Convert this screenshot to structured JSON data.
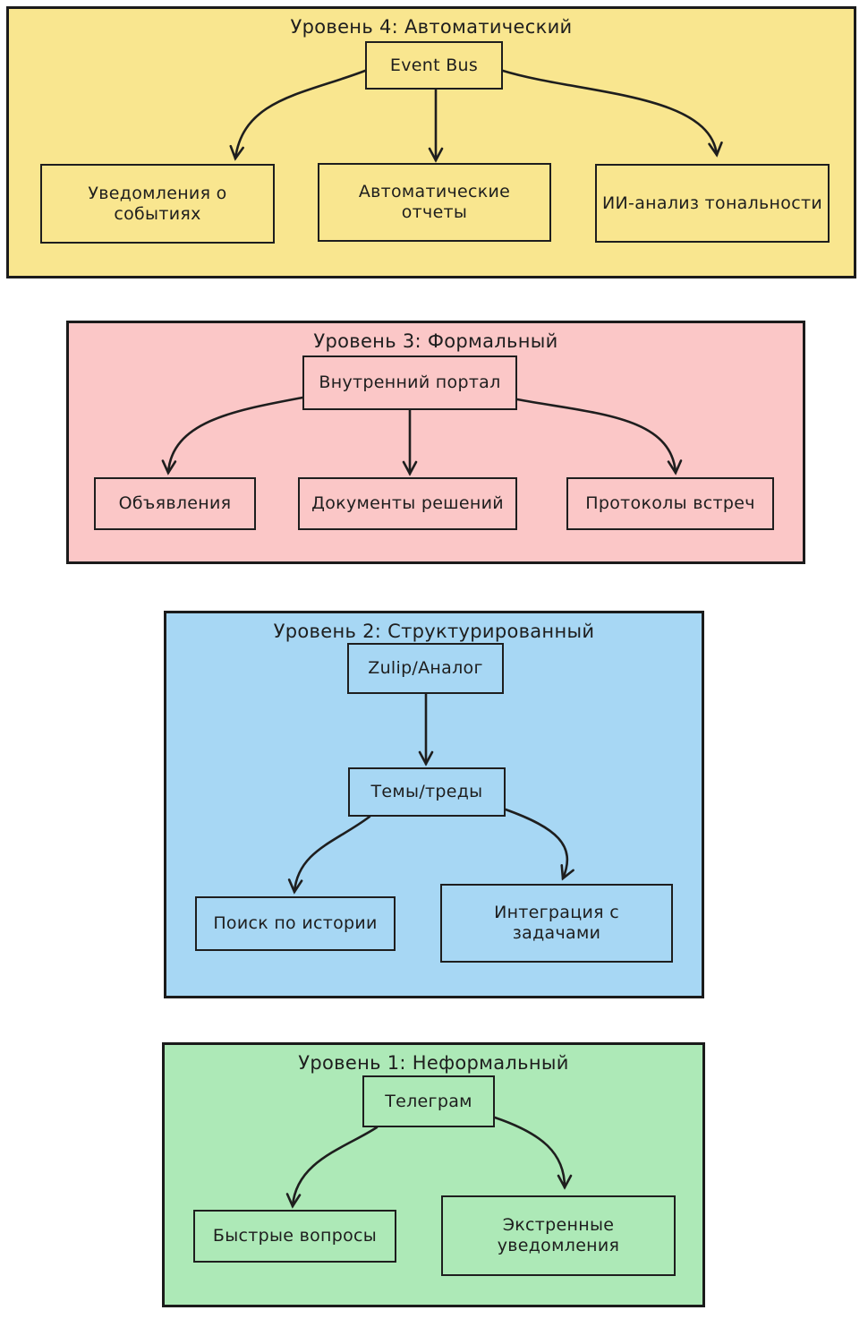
{
  "diagram": {
    "page_bg": "#ffffff",
    "stroke_color": "#1e1e1e",
    "sections": [
      {
        "id": "level-4",
        "title": "Уровень 4: Автоматический",
        "bg": "#f9e68f",
        "nodes": {
          "root": "Event Bus",
          "children": [
            "Уведомления о событиях",
            "Автоматические отчеты",
            "ИИ-анализ тональности"
          ]
        },
        "edges": [
          {
            "from": "Event Bus",
            "to": "Уведомления о событиях"
          },
          {
            "from": "Event Bus",
            "to": "Автоматические отчеты"
          },
          {
            "from": "Event Bus",
            "to": "ИИ-анализ тональности"
          }
        ]
      },
      {
        "id": "level-3",
        "title": "Уровень 3: Формальный",
        "bg": "#fbc7c7",
        "nodes": {
          "root": "Внутренний портал",
          "children": [
            "Объявления",
            "Документы решений",
            "Протоколы встреч"
          ]
        },
        "edges": [
          {
            "from": "Внутренний портал",
            "to": "Объявления"
          },
          {
            "from": "Внутренний портал",
            "to": "Документы решений"
          },
          {
            "from": "Внутренний портал",
            "to": "Протоколы встреч"
          }
        ]
      },
      {
        "id": "level-2",
        "title": "Уровень 2: Структурированный",
        "bg": "#a7d7f4",
        "nodes": {
          "root": "Zulip/Аналог",
          "mid": "Темы/треды",
          "children": [
            "Поиск по истории",
            "Интеграция с задачами"
          ]
        },
        "edges": [
          {
            "from": "Zulip/Аналог",
            "to": "Темы/треды"
          },
          {
            "from": "Темы/треды",
            "to": "Поиск по истории"
          },
          {
            "from": "Темы/треды",
            "to": "Интеграция с задачами"
          }
        ]
      },
      {
        "id": "level-1",
        "title": "Уровень 1: Неформальный",
        "bg": "#ade9b7",
        "nodes": {
          "root": "Телеграм",
          "children": [
            "Быстрые вопросы",
            "Экстренные уведомления"
          ]
        },
        "edges": [
          {
            "from": "Телеграм",
            "to": "Быстрые вопросы"
          },
          {
            "from": "Телеграм",
            "to": "Экстренные уведомления"
          }
        ]
      }
    ]
  }
}
